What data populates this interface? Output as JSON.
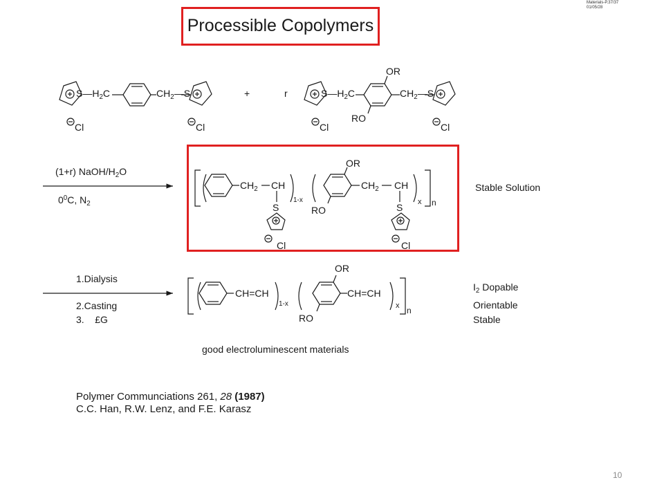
{
  "slide": {
    "title": "Processible Copolymers",
    "corner_note_line1": "Materials-P.37/37",
    "corner_note_line2": "01/05/28",
    "page_number": "10"
  },
  "reaction": {
    "plus": "+",
    "ratio": "r",
    "monomer_labels": {
      "s_h2c": "S—H",
      "sub2": "2",
      "c": "C",
      "ch2": "CH",
      "s": "S",
      "cl": "Cl",
      "or": "OR",
      "ro": "RO"
    },
    "step1_condition_1": "(1+r) NaOH/H",
    "step1_condition_1_sub": "2",
    "step1_condition_1_end": "O",
    "step1_condition_2": "0",
    "step1_condition_2_sup": "0",
    "step1_condition_2_end": "C, N",
    "step1_condition_2_sub": "2",
    "intermediate_note": "Stable Solution",
    "intermediate_labels": {
      "ch2": "CH",
      "ch": "CH",
      "one_minus_x": "1-x",
      "x": "x",
      "n": "n",
      "s": "S",
      "cl": "Cl",
      "or": "OR",
      "ro": "RO"
    },
    "step2_condition_1": "1.Dialysis",
    "step2_condition_2": "2.Casting",
    "step2_condition_3": "3.",
    "step2_condition_3_symbol": "£G",
    "final_labels": {
      "ch_eq_ch": "CH=CH",
      "one_minus_x": "1-x",
      "x": "x",
      "n": "n",
      "or": "OR",
      "ro": "RO"
    },
    "final_notes": [
      "I",
      "2",
      " Dopable",
      "Orientable",
      "Stable"
    ],
    "final_caption": "good electroluminescent materials"
  },
  "reference": {
    "line1_prefix": "Polymer Communciations 261, ",
    "line1_volume": "28",
    "line1_year": "(1987)",
    "line2": "C.C. Han, R.W. Lenz, and F.E. Karasz"
  },
  "colors": {
    "highlight": "#e02020",
    "text": "#1a1a1a",
    "page_number": "#8a8a8a"
  }
}
